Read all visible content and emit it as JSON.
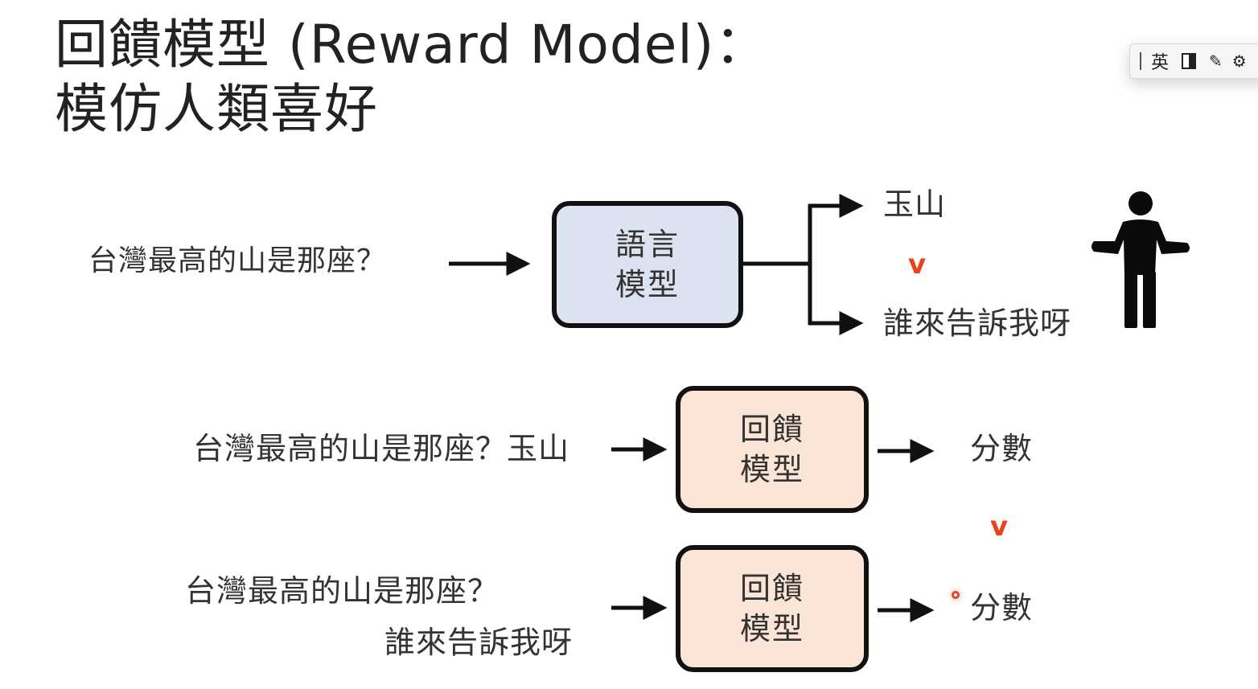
{
  "title": {
    "line1": "回饋模型 (Reward Model)：",
    "line2": "模仿人類喜好"
  },
  "top_row": {
    "question": "台灣最高的山是那座？",
    "model_box": {
      "line1": "語言",
      "line2": "模型"
    },
    "output_good": "玉山",
    "output_bad": "誰來告訴我呀",
    "comparison_mark": "v"
  },
  "reward_row_1": {
    "input": "台灣最高的山是那座？玉山",
    "model_box": {
      "line1": "回饋",
      "line2": "模型"
    },
    "output": "分數"
  },
  "score_comparison_mark": "v",
  "reward_row_2": {
    "input_line1": "台灣最高的山是那座？",
    "input_line2": "誰來告訴我呀",
    "model_box": {
      "line1": "回饋",
      "line2": "模型"
    },
    "output": "分數"
  },
  "ime_toolbar": {
    "language": "英"
  },
  "icons": {
    "person": "person-icon",
    "half_width": "half-width-icon",
    "tools": "tools-icon"
  },
  "colors": {
    "language_model_fill": "#dae3ef",
    "reward_model_fill": "#fbe5d6",
    "comparison_mark": "#e8431a",
    "stroke": "#111111"
  }
}
